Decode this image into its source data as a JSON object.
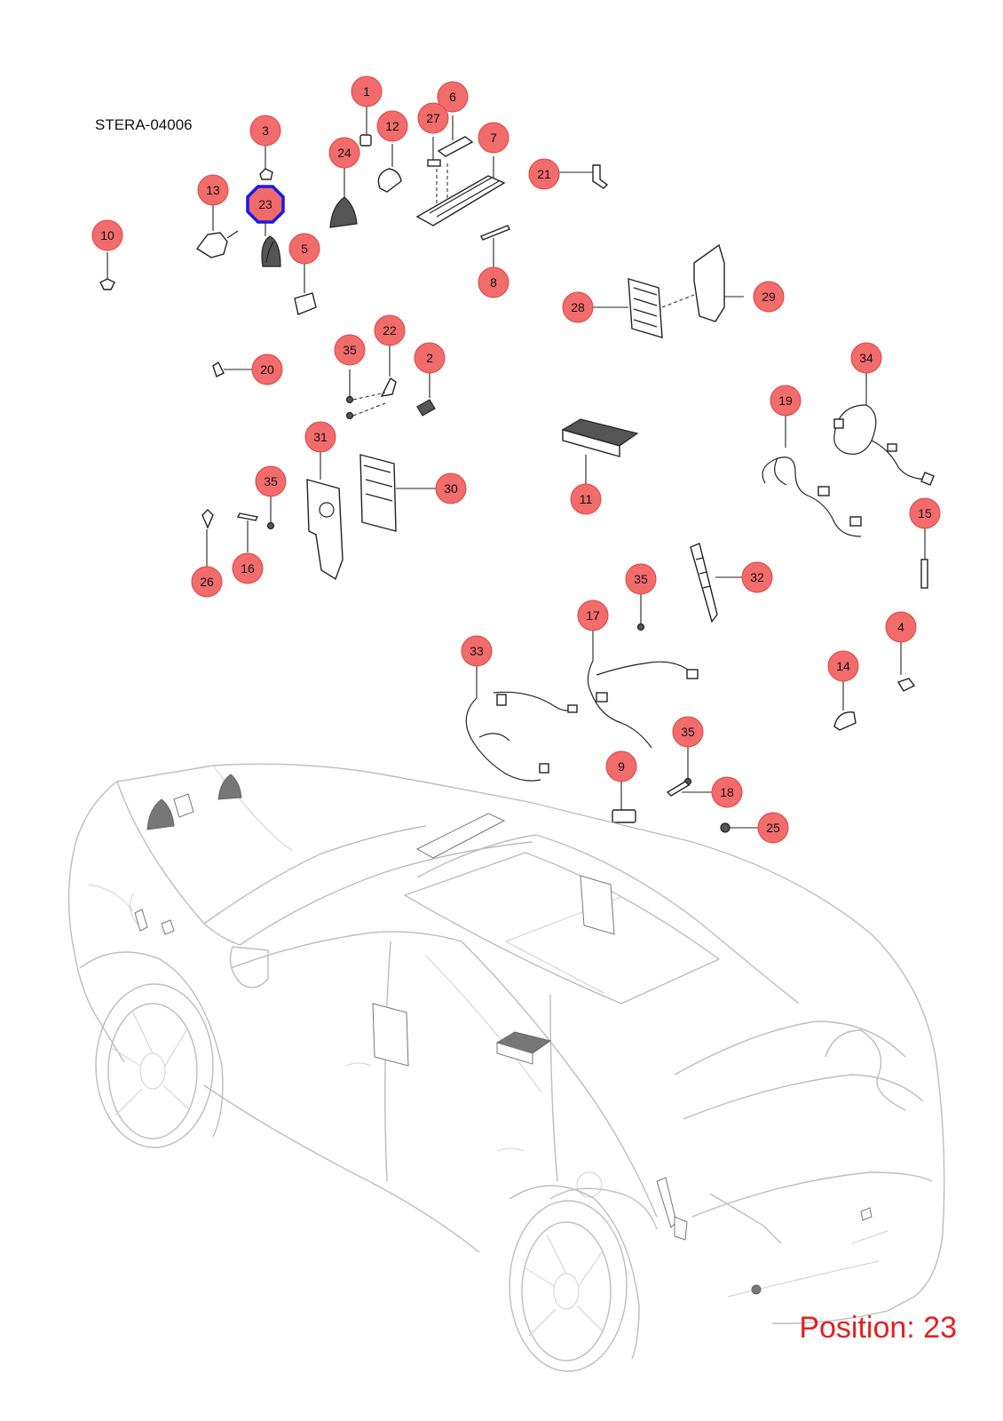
{
  "drawing_code": "STERA-04006",
  "position_label": "Position: 23",
  "selected_position": "23",
  "colors": {
    "callout_fill": "#f26c6c",
    "selection_outline": "#1a1ae6",
    "position_text": "#e62020"
  },
  "callouts": [
    {
      "label": "1"
    },
    {
      "label": "3"
    },
    {
      "label": "6"
    },
    {
      "label": "27"
    },
    {
      "label": "12"
    },
    {
      "label": "7"
    },
    {
      "label": "24"
    },
    {
      "label": "21"
    },
    {
      "label": "13"
    },
    {
      "label": "23"
    },
    {
      "label": "10"
    },
    {
      "label": "5"
    },
    {
      "label": "8"
    },
    {
      "label": "29"
    },
    {
      "label": "28"
    },
    {
      "label": "22"
    },
    {
      "label": "35"
    },
    {
      "label": "2"
    },
    {
      "label": "20"
    },
    {
      "label": "34"
    },
    {
      "label": "19"
    },
    {
      "label": "11"
    },
    {
      "label": "31"
    },
    {
      "label": "30"
    },
    {
      "label": "35"
    },
    {
      "label": "15"
    },
    {
      "label": "26"
    },
    {
      "label": "16"
    },
    {
      "label": "32"
    },
    {
      "label": "35"
    },
    {
      "label": "17"
    },
    {
      "label": "33"
    },
    {
      "label": "4"
    },
    {
      "label": "14"
    },
    {
      "label": "35"
    },
    {
      "label": "9"
    },
    {
      "label": "18"
    },
    {
      "label": "25"
    }
  ]
}
